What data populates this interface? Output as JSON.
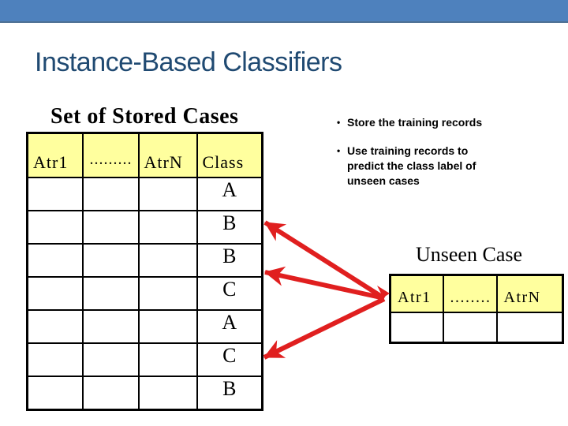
{
  "title": "Instance-Based Classifiers",
  "bullets": [
    "Store the training records",
    "Use training records to\npredict the class label of\nunseen cases"
  ],
  "bullet_glyph": "•",
  "stored_cases": {
    "label": "Set of Stored Cases",
    "columns": [
      "Atr1",
      ".........",
      "AtrN",
      "Class"
    ],
    "class_values": [
      "A",
      "B",
      "B",
      "C",
      "A",
      "C",
      "B"
    ]
  },
  "unseen_case": {
    "label": "Unseen Case",
    "columns": [
      "Atr1",
      "........",
      "AtrN"
    ],
    "empty_rows": 1
  },
  "colors": {
    "accent_bar": "#4E81BD",
    "title_text": "#204A72",
    "table_header_fill": "#FFFF9E",
    "arrow": "#E01F1F",
    "border": "#000000"
  }
}
